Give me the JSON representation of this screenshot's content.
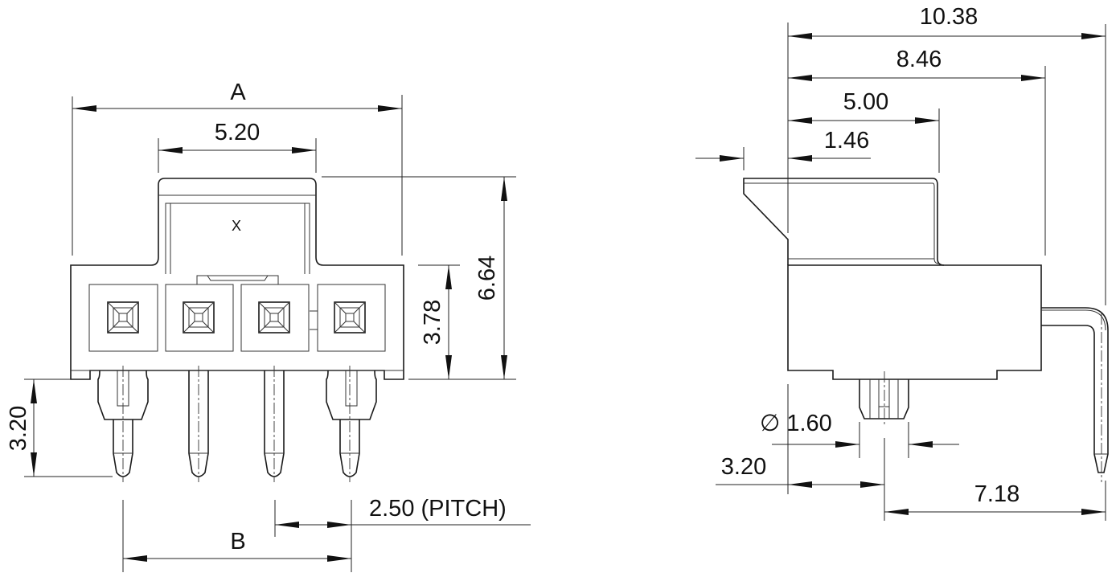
{
  "front_view": {
    "dim_a": "A",
    "dim_width_tab": "5.20",
    "dim_body_height": "3.78",
    "dim_total_height": "6.64",
    "dim_pin_length": "3.20",
    "dim_pitch": "2.50 (PITCH)",
    "dim_b": "B",
    "marking": "X"
  },
  "side_view": {
    "dim_overall_depth": "10.38",
    "dim_body_depth": "8.46",
    "dim_latch_depth": "5.00",
    "dim_latch_offset": "1.46",
    "dim_peg_diameter": "∅ 1.60",
    "dim_peg_offset": "3.20",
    "dim_pin_offset": "7.18"
  }
}
